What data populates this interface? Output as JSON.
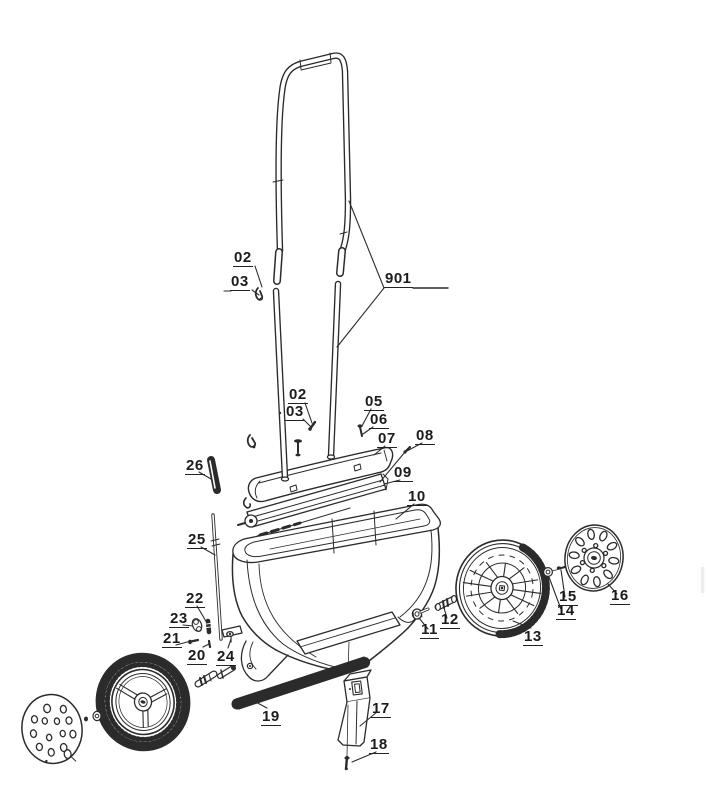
{
  "page": {
    "background": "#ffffff",
    "line_color": "#2b2b2b",
    "label_color": "#1c1c1c"
  },
  "diagram": {
    "type": "exploded-parts-diagram",
    "subject": "walk-behind drop spreader exploded view",
    "labels": [
      {
        "id": "02-upper",
        "text": "02"
      },
      {
        "id": "03-upper",
        "text": "03"
      },
      {
        "id": "901",
        "text": "901"
      },
      {
        "id": "02-mid",
        "text": "02"
      },
      {
        "id": "03-mid",
        "text": "03"
      },
      {
        "id": "05",
        "text": "05"
      },
      {
        "id": "06",
        "text": "06"
      },
      {
        "id": "07",
        "text": "07"
      },
      {
        "id": "08",
        "text": "08"
      },
      {
        "id": "09",
        "text": "09"
      },
      {
        "id": "10",
        "text": "10"
      },
      {
        "id": "26",
        "text": "26"
      },
      {
        "id": "25",
        "text": "25"
      },
      {
        "id": "22",
        "text": "22"
      },
      {
        "id": "23",
        "text": "23"
      },
      {
        "id": "21",
        "text": "21"
      },
      {
        "id": "20",
        "text": "20"
      },
      {
        "id": "24",
        "text": "24"
      },
      {
        "id": "11",
        "text": "11"
      },
      {
        "id": "12",
        "text": "12"
      },
      {
        "id": "13",
        "text": "13"
      },
      {
        "id": "14",
        "text": "14"
      },
      {
        "id": "15",
        "text": "15"
      },
      {
        "id": "16",
        "text": "16"
      },
      {
        "id": "19",
        "text": "19"
      },
      {
        "id": "17",
        "text": "17"
      },
      {
        "id": "18",
        "text": "18"
      }
    ]
  }
}
